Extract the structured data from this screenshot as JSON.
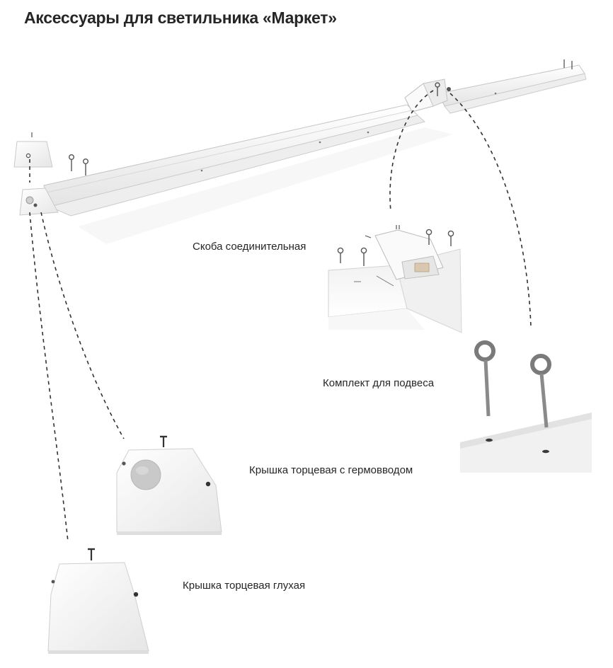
{
  "title": "Аксессуары для светильника «Маркет»",
  "labels": {
    "connector_bracket": "Скоба соединительная",
    "suspension_kit": "Комплект для подвеса",
    "end_cap_with_gland": "Крышка торцевая с гермовводом",
    "end_cap_blind": "Крышка торцевая глухая"
  },
  "colors": {
    "text": "#262626",
    "part_fill": "#f6f6f6",
    "part_shade": "#dcdcdc",
    "outline": "#bdbdbd",
    "dashed_line": "#333333",
    "gland": "#c9c9c9",
    "rod": "#8a8a8a"
  },
  "icons": [
    "luminaire-body",
    "end-cap-icon",
    "eye-bolt-icon",
    "connector-bracket-icon",
    "cable-gland-icon",
    "screw-icon"
  ]
}
